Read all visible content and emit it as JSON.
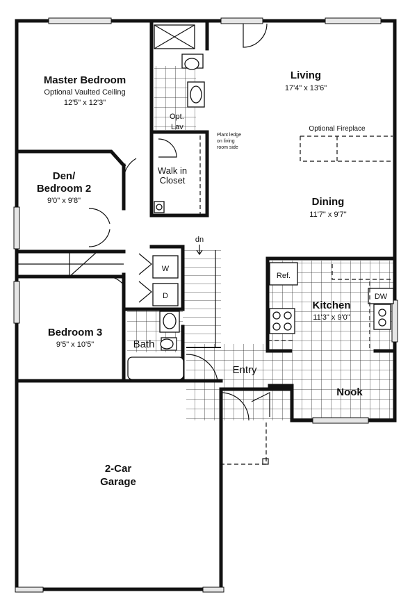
{
  "rooms": {
    "master": {
      "name": "Master Bedroom",
      "note": "Optional Vaulted Ceiling",
      "size": "12'5\" x 12'3\""
    },
    "living": {
      "name": "Living",
      "size": "17'4\" x 13'6\""
    },
    "den": {
      "name_line1": "Den/",
      "name_line2": "Bedroom 2",
      "size": "9'0\" x 9'8\""
    },
    "dining": {
      "name": "Dining",
      "size": "11'7\" x 9'7\""
    },
    "bedroom3": {
      "name": "Bedroom 3",
      "size": "9'5\" x 10'5\""
    },
    "kitchen": {
      "name": "Kitchen",
      "size": "11'3\" x 9'0\""
    },
    "garage": {
      "name_line1": "2-Car",
      "name_line2": "Garage"
    },
    "closet": {
      "line1": "Walk in",
      "line2": "Closet"
    },
    "bath": "Bath",
    "entry": "Entry",
    "nook": "Nook",
    "opt_lav_line1": "Opt.",
    "opt_lav_line2": "Lav"
  },
  "labels": {
    "optional_fireplace": "Optional Fireplace",
    "plant_ledge_1": "Plant ledge",
    "plant_ledge_2": "on living",
    "plant_ledge_3": "room side",
    "stairs_down": "dn",
    "washer": "W",
    "dryer": "D",
    "refrigerator": "Ref.",
    "dishwasher": "DW"
  }
}
